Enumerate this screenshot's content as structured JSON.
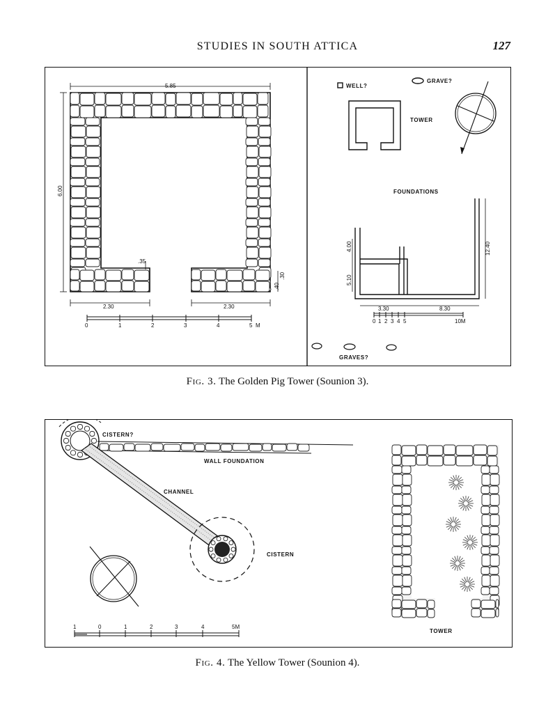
{
  "running_head": {
    "title": "STUDIES IN SOUTH ATTICA",
    "page_number": "127"
  },
  "figure3": {
    "caption_label": "Fig. 3.",
    "caption_text": "The Golden Pig Tower (Sounion 3).",
    "left_plan": {
      "dim_top": "5.85",
      "dim_side": "6.00",
      "dim_gap": ".35",
      "dim_right_small": ".30",
      "dim_right_small2": ".40",
      "dim_bottom_left": "2.30",
      "dim_bottom_right": "2.30",
      "scale_ticks": [
        "0",
        "1",
        "2",
        "3",
        "4",
        "5"
      ],
      "scale_unit": "M"
    },
    "right_plan": {
      "well_label": "WELL?",
      "grave_label": "GRAVE?",
      "tower_label": "TOWER",
      "foundations_label": "FOUNDATIONS",
      "dim_400": "4.00",
      "dim_510": "5.10",
      "dim_1240": "12.40",
      "dim_330": "3.30",
      "dim_830": "8.30",
      "scale_ticks": [
        "0",
        "1",
        "2",
        "3",
        "4",
        "5"
      ],
      "scale_end": "10M",
      "graves_label": "GRAVES?"
    }
  },
  "figure4": {
    "caption_label": "Fig. 4.",
    "caption_text": "The Yellow Tower (Sounion 4).",
    "cistern_top_label": "CISTERN?",
    "wall_label": "WALL FOUNDATION",
    "channel_label": "CHANNEL",
    "cistern_label": "CISTERN",
    "tower_label": "TOWER",
    "scale_ticks": [
      "1",
      "0",
      "1",
      "2",
      "3",
      "4",
      "5M"
    ]
  },
  "icons": [
    "north-arrow-icon",
    "grave-icon",
    "well-icon"
  ]
}
